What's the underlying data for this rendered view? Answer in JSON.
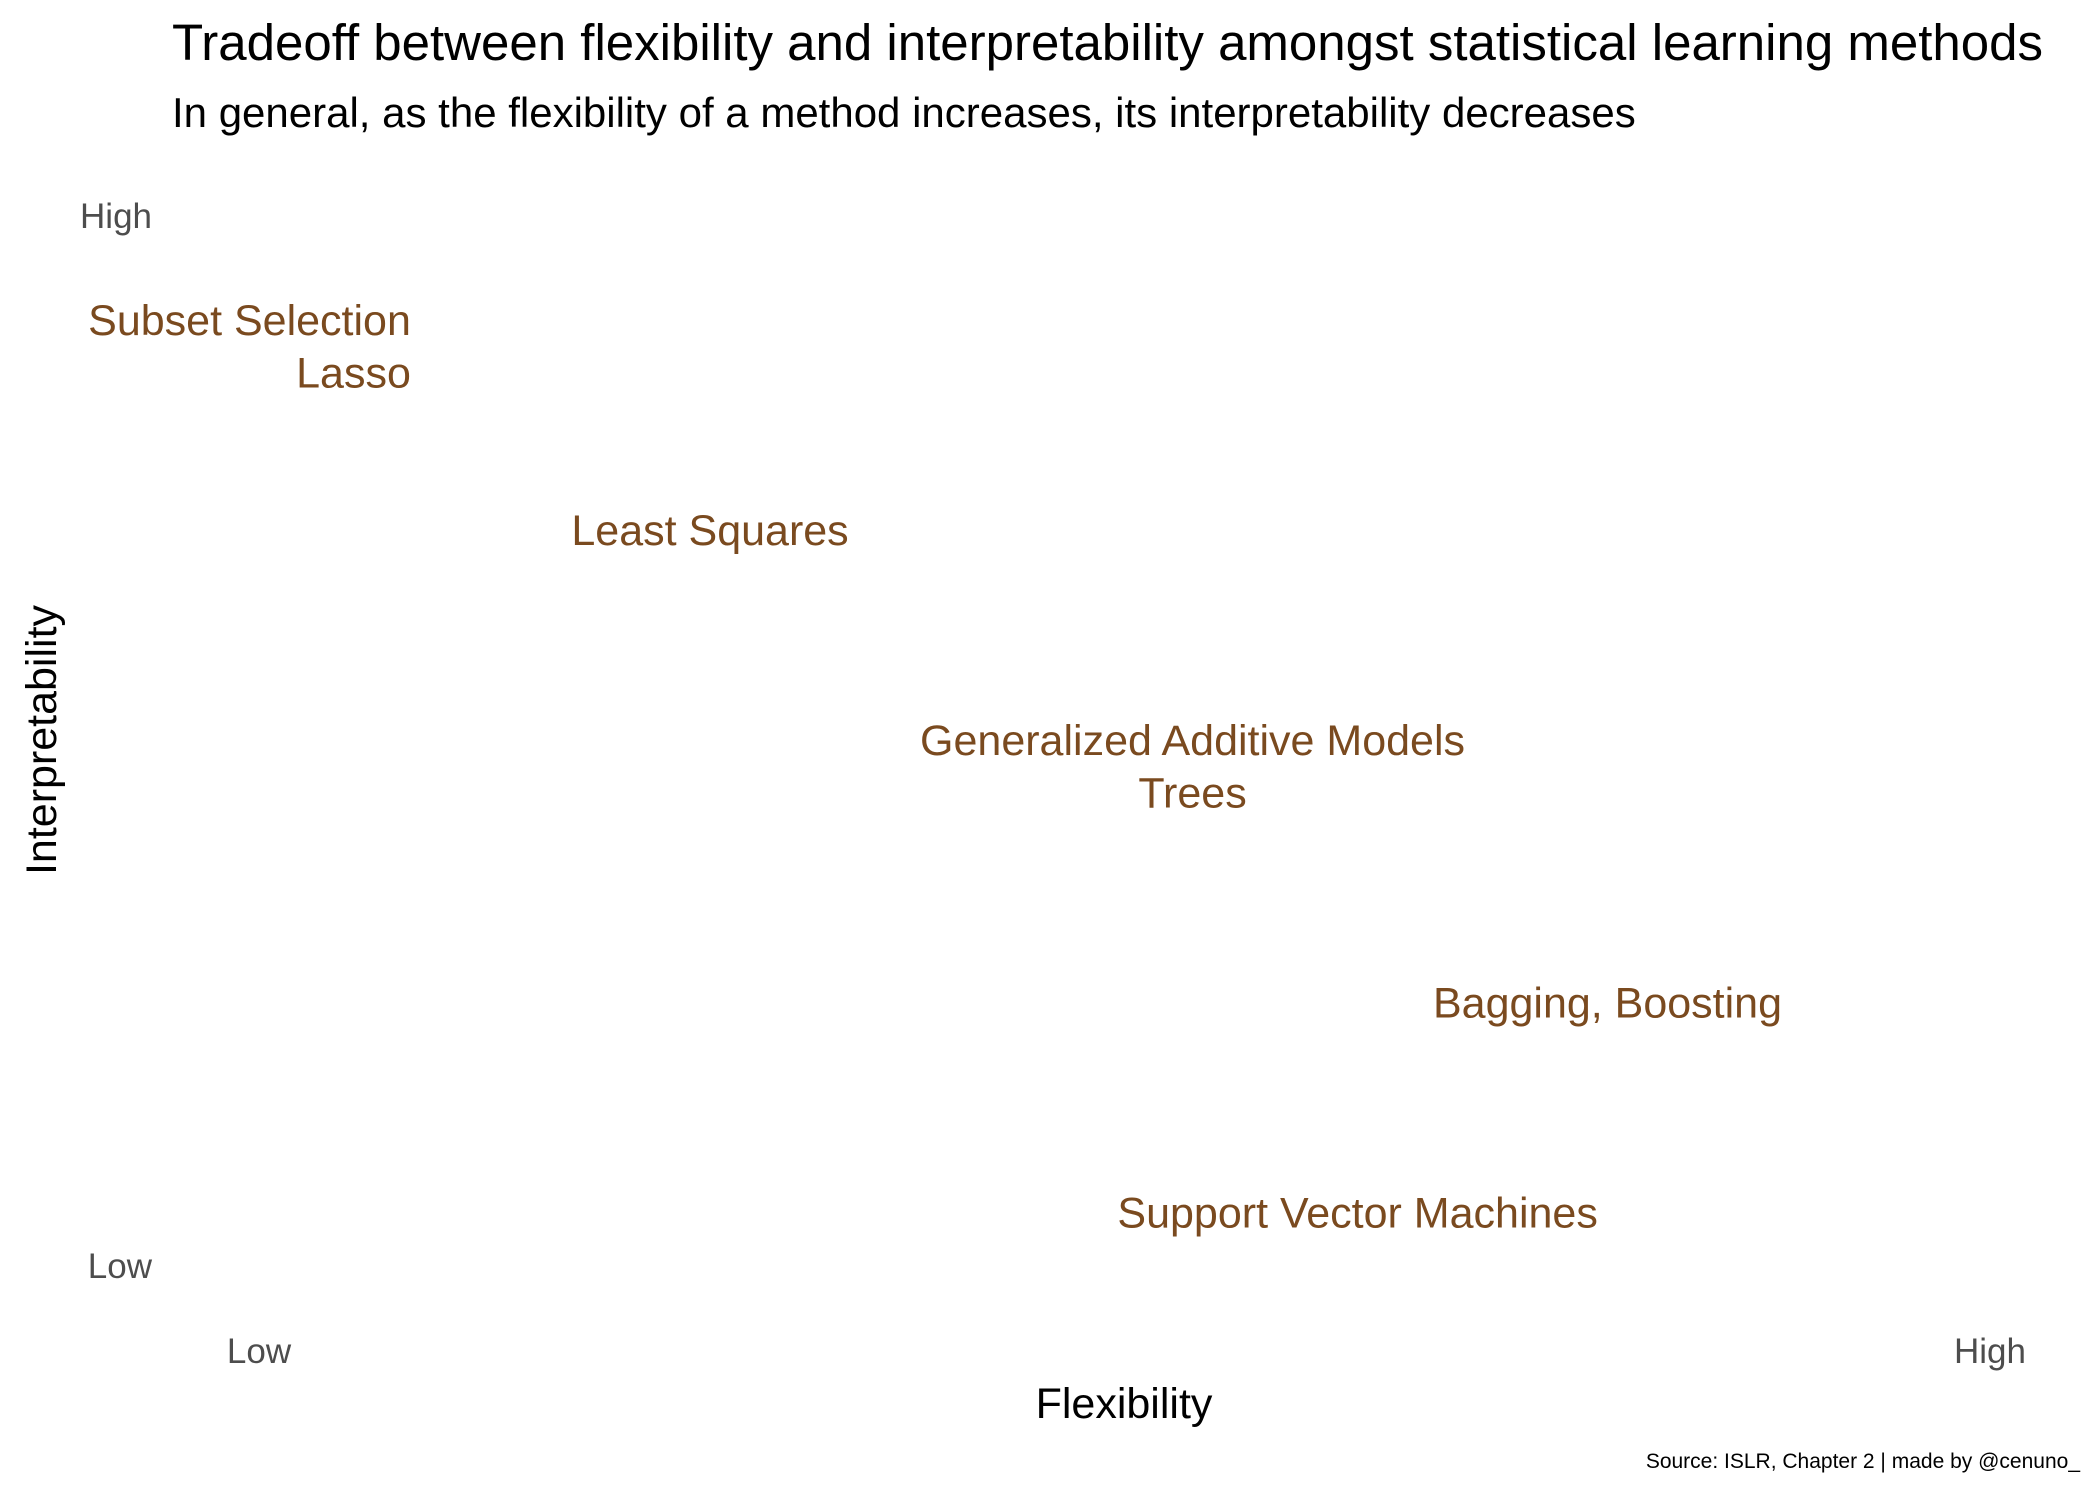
{
  "chart_data": {
    "type": "scatter",
    "title": "Tradeoff between flexibility and interpretability amongst statistical learning methods",
    "subtitle": "In general, as the flexibility of a method increases, its interpretability decreases",
    "xlabel": "Flexibility",
    "ylabel": "Interpretability",
    "caption": "Source: ISLR, Chapter 2 | made by @cenuno_",
    "x_ticks": [
      "Low",
      "High"
    ],
    "y_ticks": [
      "High",
      "Low"
    ],
    "xlim": [
      0,
      10
    ],
    "ylim": [
      0,
      10
    ],
    "grid": false,
    "legend": "none",
    "label_color": "#7a4a1f",
    "points": [
      {
        "label": "Subset Selection",
        "x": 1.3,
        "y": 9.0,
        "anchor": "end"
      },
      {
        "label": "Lasso",
        "x": 1.3,
        "y": 8.5,
        "anchor": "end"
      },
      {
        "label": "Least Squares",
        "x": 2.85,
        "y": 7.0,
        "anchor": "middle"
      },
      {
        "label": "Generalized Additive Models",
        "x": 5.35,
        "y": 5.0,
        "anchor": "middle"
      },
      {
        "label": "Trees",
        "x": 5.35,
        "y": 4.5,
        "anchor": "middle"
      },
      {
        "label": "Bagging, Boosting",
        "x": 7.5,
        "y": 2.5,
        "anchor": "middle"
      },
      {
        "label": "Support Vector Machines",
        "x": 7.45,
        "y": 0.5,
        "anchor": "end"
      }
    ]
  }
}
